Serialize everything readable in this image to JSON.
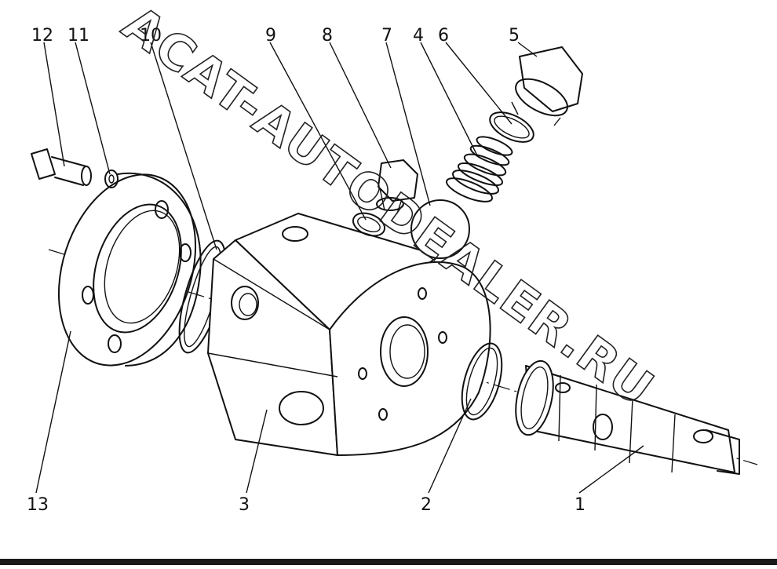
{
  "diagram": {
    "callouts": [
      "12",
      "11",
      "10",
      "9",
      "8",
      "7",
      "4",
      "6",
      "5",
      "13",
      "3",
      "2",
      "1"
    ],
    "watermark": "ACAT-AUTODEALER.RU"
  },
  "colors": {
    "ink": "#111111",
    "paper": "#ffffff",
    "footer": "#1a1a1a"
  }
}
